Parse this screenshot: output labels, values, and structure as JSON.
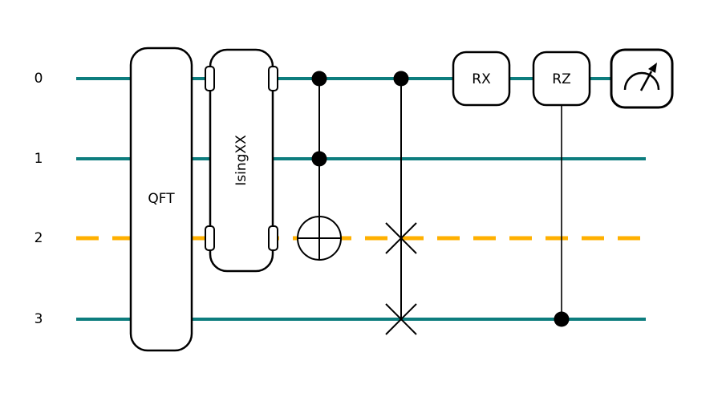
{
  "circuit": {
    "wires": [
      {
        "label": "0",
        "style": "solid"
      },
      {
        "label": "1",
        "style": "solid"
      },
      {
        "label": "2",
        "style": "dashed"
      },
      {
        "label": "3",
        "style": "solid"
      }
    ],
    "gates": {
      "qft": {
        "label": "QFT",
        "wires": [
          0,
          1,
          2,
          3
        ]
      },
      "isingxx": {
        "label": "IsingXX",
        "wires": [
          0,
          2
        ]
      },
      "toffoli": {
        "controls": [
          0,
          1
        ],
        "target": 2
      },
      "cswap": {
        "control": 0,
        "swap_wires": [
          2,
          3
        ]
      },
      "rx": {
        "label": "RX",
        "wire": 0
      },
      "crz": {
        "label": "RZ",
        "target": 0,
        "control": 3
      },
      "measurement": {
        "wire": 0,
        "icon": "gauge-meter-with-arrow"
      }
    },
    "colors": {
      "wire": "#0d7d7e",
      "inactive_wire": "#ffb000",
      "gate_fill": "#ffffff",
      "gate_border": "#000000"
    }
  }
}
